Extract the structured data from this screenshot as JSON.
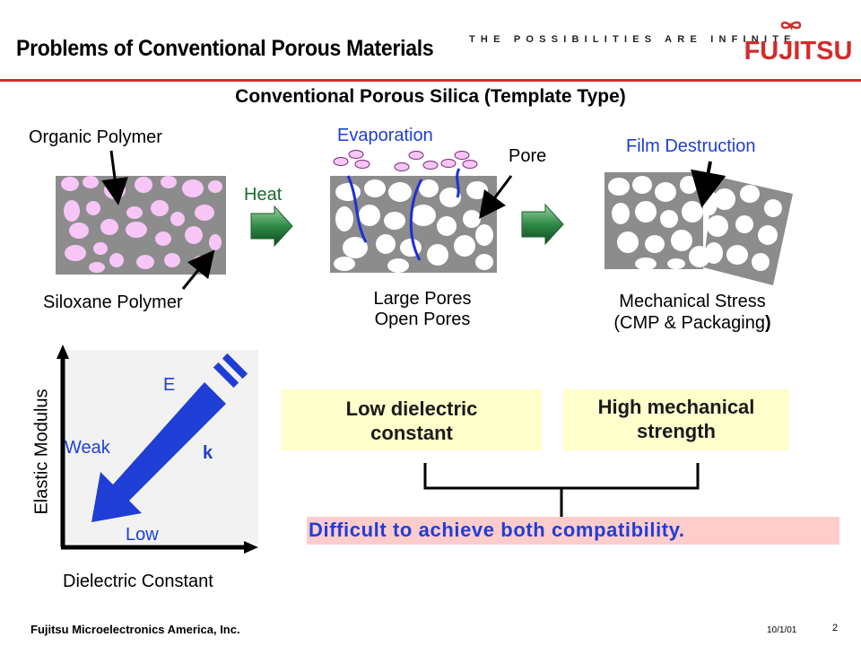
{
  "header": {
    "title": "Problems of Conventional Porous Materials",
    "tagline": "THE POSSIBILITIES ARE INFINITE",
    "logo_text": "FUJITSU",
    "accent_color": "#d42b2b"
  },
  "diagram": {
    "subtitle": "Conventional Porous Silica (Template Type)",
    "stage1": {
      "top_label": "Organic Polymer",
      "bottom_label": "Siloxane Polymer"
    },
    "arrow_label": "Heat",
    "stage2": {
      "top_label": "Evaporation",
      "pore_label": "Pore",
      "caption_line1": "Large Pores",
      "caption_line2": "Open Pores"
    },
    "stage3": {
      "top_label": "Film Destruction",
      "caption_line1": "Mechanical Stress",
      "caption_line2": "(CMP & Packaging",
      "caption_close": ")"
    }
  },
  "graph": {
    "y_label": "Elastic Modulus",
    "x_label": "Dielectric Constant",
    "e_label": "E",
    "weak_label": "Weak",
    "k_label": "k",
    "low_label": "Low"
  },
  "summary": {
    "box1_line1": "Low dielectric",
    "box1_line2": "constant",
    "box2_line1": "High mechanical",
    "box2_line2": "strength",
    "conclusion": "Difficult to achieve both compatibility."
  },
  "footer": {
    "company": "Fujitsu Microelectronics America, Inc.",
    "date": "10/1/01",
    "page": "2"
  }
}
